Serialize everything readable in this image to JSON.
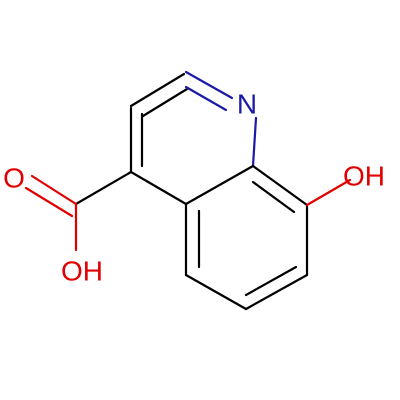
{
  "molecule": {
    "atoms": {
      "nitrogen": {
        "label": "N",
        "color": "#1a1aa6"
      },
      "hydroxyl": {
        "label": "OH",
        "color": "#e00000"
      },
      "carbonyl_oxygen": {
        "label": "O",
        "color": "#e00000"
      },
      "acid_hydroxyl": {
        "label": "OH",
        "color": "#e00000"
      }
    },
    "bond_color": "#000000"
  }
}
